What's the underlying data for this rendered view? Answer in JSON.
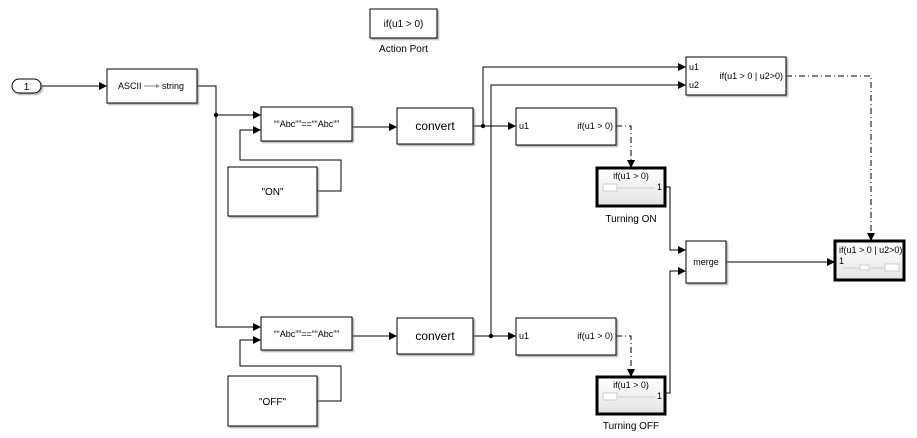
{
  "inport": {
    "label": "1"
  },
  "ascii_block": {
    "label_left": "ASCII",
    "label_right": "string"
  },
  "compare_top": {
    "label": "““Abc””==““Abc””"
  },
  "compare_bottom": {
    "label": "““Abc””==““Abc””"
  },
  "const_on": {
    "label": "\"ON\""
  },
  "const_off": {
    "label": "\"OFF\""
  },
  "convert_top": {
    "label": "convert"
  },
  "convert_bottom": {
    "label": "convert"
  },
  "if_top": {
    "input": "u1",
    "output": "if(u1 > 0)"
  },
  "if_bottom": {
    "input": "u1",
    "output": "if(u1 > 0)"
  },
  "if_or": {
    "input1": "u1",
    "input2": "u2",
    "output": "if(u1 > 0 | u2>0)"
  },
  "action_port": {
    "label": "if(u1 > 0)",
    "caption": "Action Port"
  },
  "turning_on": {
    "label": "if(u1 > 0)",
    "port": "1",
    "caption": "Turning ON"
  },
  "turning_off": {
    "label": "if(u1 > 0)",
    "port": "1",
    "caption": "Turning OFF"
  },
  "merge": {
    "label": "merge"
  },
  "final_subsystem": {
    "label": "if(u1 > 0 | u2>0)",
    "port": "1"
  }
}
